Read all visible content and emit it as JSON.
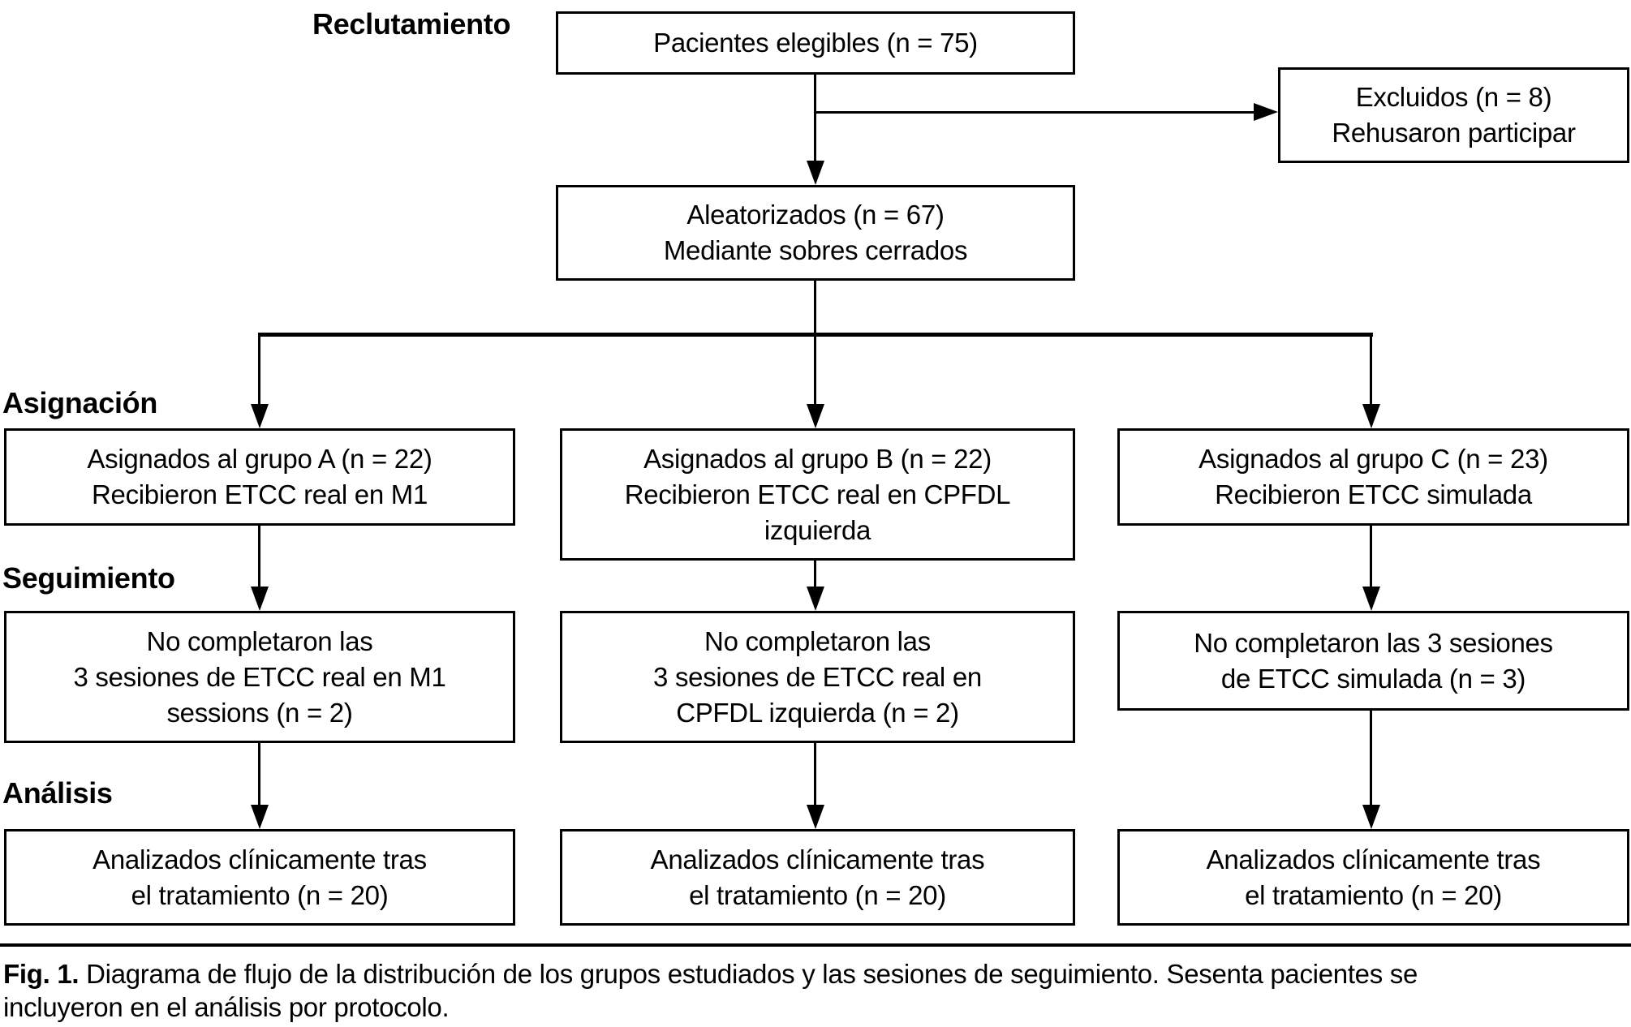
{
  "figure": {
    "stages": {
      "recruitment_label": "Reclutamiento",
      "allocation_label": "Asignación",
      "followup_label": "Seguimiento",
      "analysis_label": "Análisis"
    },
    "boxes": {
      "eligible": "Pacientes elegibles (n = 75)",
      "excluded": "Excluidos (n = 8)\nRehusaron participar",
      "randomized": "Aleatorizados (n = 67)\nMediante sobres cerrados",
      "group_a": "Asignados al grupo A (n = 22)\nRecibieron ETCC real en M1",
      "group_b": "Asignados al grupo B (n = 22)\nRecibieron ETCC real en CPFDL\nizquierda",
      "group_c": "Asignados al grupo C (n = 23)\nRecibieron ETCC simulada",
      "followup_a": "No completaron las\n3 sesiones de ETCC real en M1\nsessions (n = 2)",
      "followup_b": "No completaron las\n3 sesiones de ETCC real en\nCPFDL izquierda (n = 2)",
      "followup_c": "No completaron las 3 sesiones\nde ETCC simulada (n = 3)",
      "analysis_a": "Analizados clínicamente tras\nel tratamiento (n = 20)",
      "analysis_b": "Analizados clínicamente tras\nel tratamiento (n = 20)",
      "analysis_c": "Analizados clínicamente tras\nel tratamiento (n = 20)"
    },
    "counts": {
      "eligible_n": 75,
      "excluded_n": 8,
      "randomized_n": 67,
      "group_a_n": 22,
      "group_b_n": 22,
      "group_c_n": 23,
      "dropout_a_n": 2,
      "dropout_b_n": 2,
      "dropout_c_n": 3,
      "analyzed_a_n": 20,
      "analyzed_b_n": 20,
      "analyzed_c_n": 20
    },
    "caption": {
      "fig_label": "Fig. 1.",
      "text": "Diagrama de flujo de la distribución de los grupos estudiados y las sesiones de seguimiento. Sesenta pacientes se\nincluyeron en el análisis por protocolo."
    },
    "colors": {
      "line": "#000000",
      "text": "#000000",
      "background": "#ffffff"
    }
  }
}
